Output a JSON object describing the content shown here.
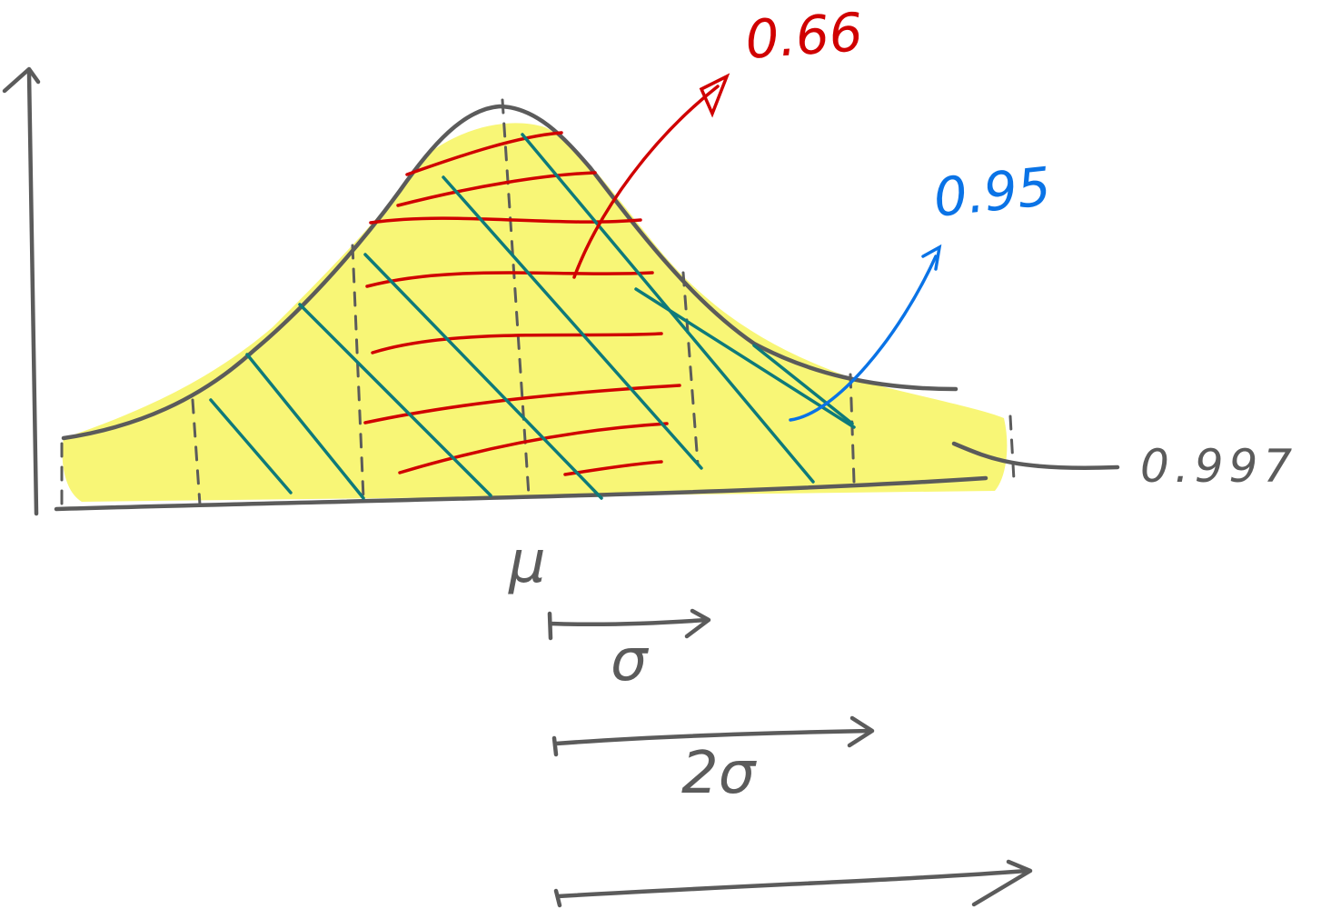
{
  "annotations": {
    "p66": "0.66",
    "p95": "0.95",
    "p997": "0.997",
    "mu": "μ",
    "sigma1": "σ",
    "sigma2": "2σ"
  },
  "colors": {
    "ink": "#5b5b5b",
    "red": "#d00000",
    "teal": "#0e7a7a",
    "blue": "#0a73e6",
    "highlight": "#f7f56a"
  }
}
